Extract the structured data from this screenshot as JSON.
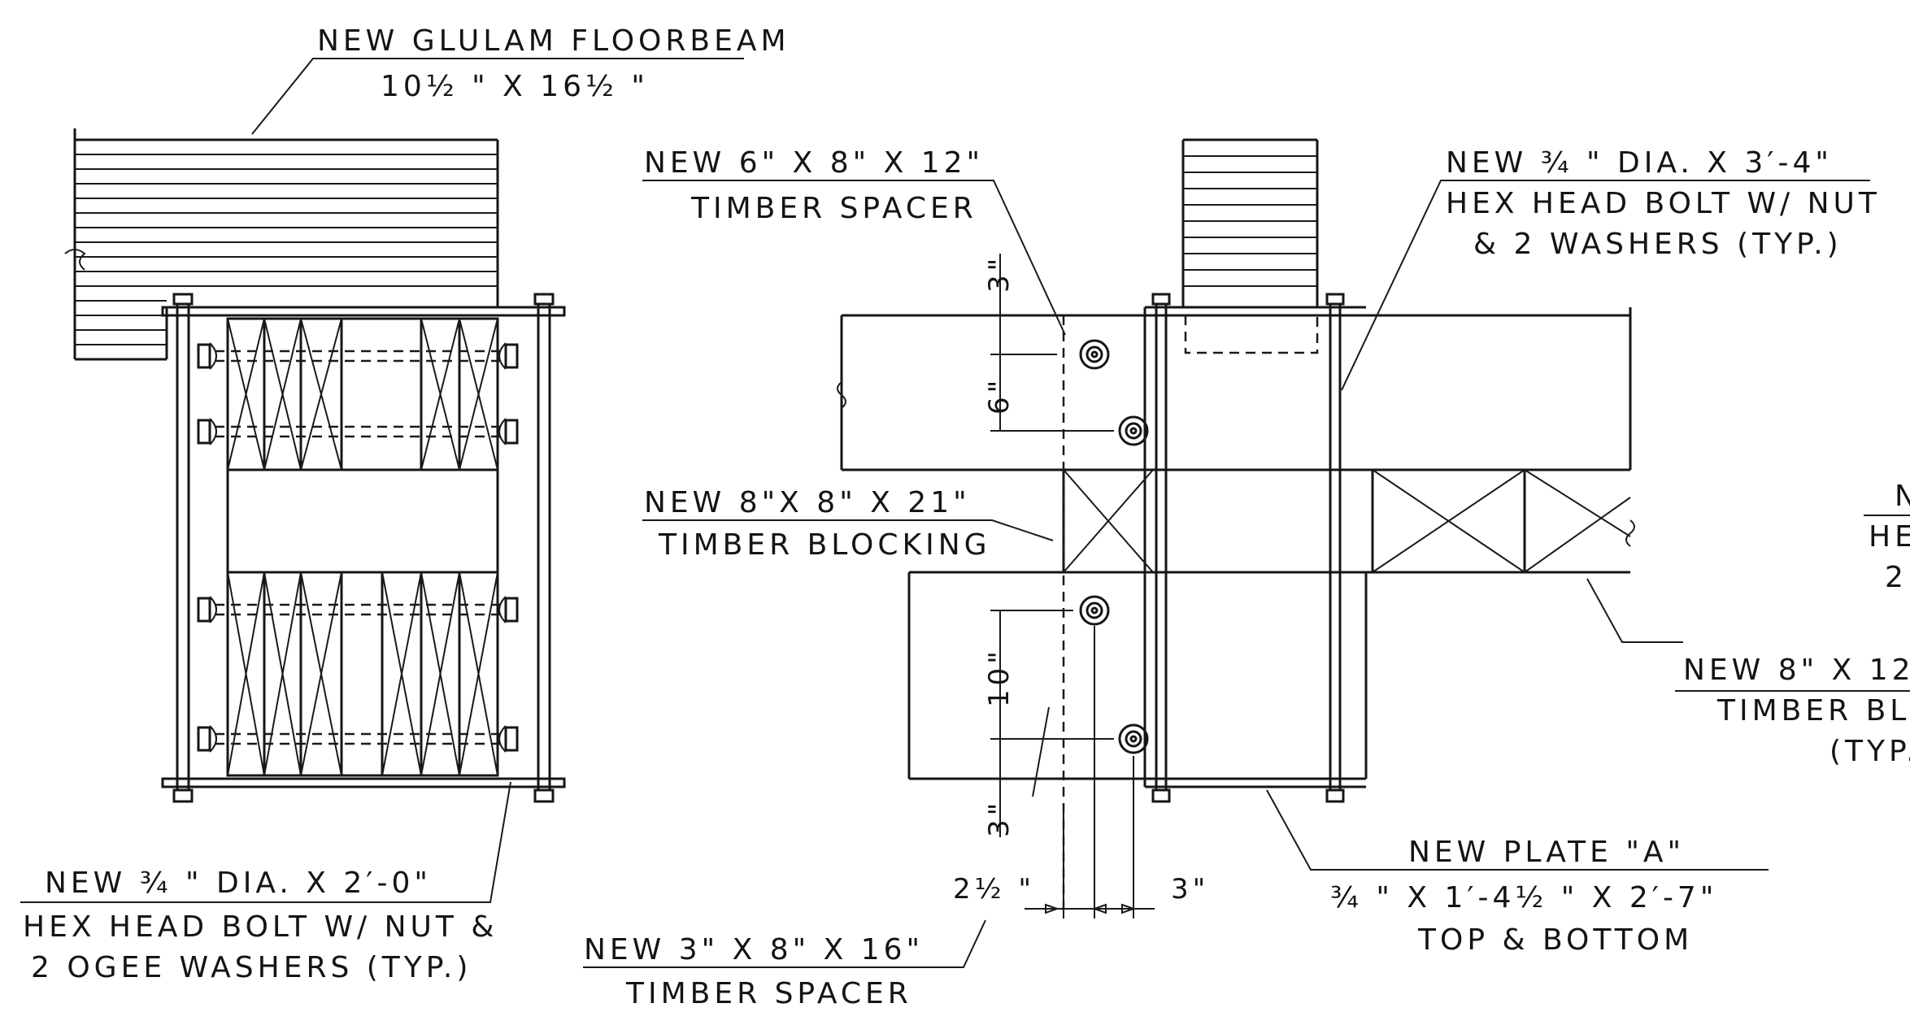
{
  "labels": {
    "floorbeam_l1": "NEW GLULAM FLOORBEAM",
    "floorbeam_l2": "10½ \" X 16½ \"",
    "spacer6_l1": "NEW 6\" X 8\" X 12\"",
    "spacer6_l2": "TIMBER SPACER",
    "bolt34_l1": "NEW ¾ \" DIA. X 3′-4\"",
    "bolt34_l2": "HEX HEAD BOLT W/ NUT",
    "bolt34_l3": "& 2 WASHERS (TYP.)",
    "blocking_l1": "NEW 8\"X 8\" X 21\"",
    "blocking_l2": "TIMBER BLOCKING",
    "cut_l1": "N",
    "cut_l2": "HE",
    "cut_l3": "2",
    "block12_l1": "NEW 8\" X 12",
    "block12_l2": "TIMBER BL",
    "block12_l3": "(TYP.",
    "bolt20_l1": "NEW ¾ \" DIA. X 2′-0\"",
    "bolt20_l2": "HEX HEAD BOLT W/ NUT &",
    "bolt20_l3": "2 OGEE WASHERS (TYP.)",
    "spacer3_l1": "NEW 3\" X 8\" X 16\"",
    "spacer3_l2": "TIMBER SPACER",
    "plate_l1": "NEW PLATE \"A\"",
    "plate_l2": "¾ \" X 1′-4½ \" X 2′-7\"",
    "plate_l3": "TOP & BOTTOM"
  },
  "dimensions": {
    "d3_top": "3\"",
    "d6": "6\"",
    "d10": "10\"",
    "d3_bottom": "3\"",
    "d2_5": "2½ \"",
    "d3_right": "3\""
  }
}
